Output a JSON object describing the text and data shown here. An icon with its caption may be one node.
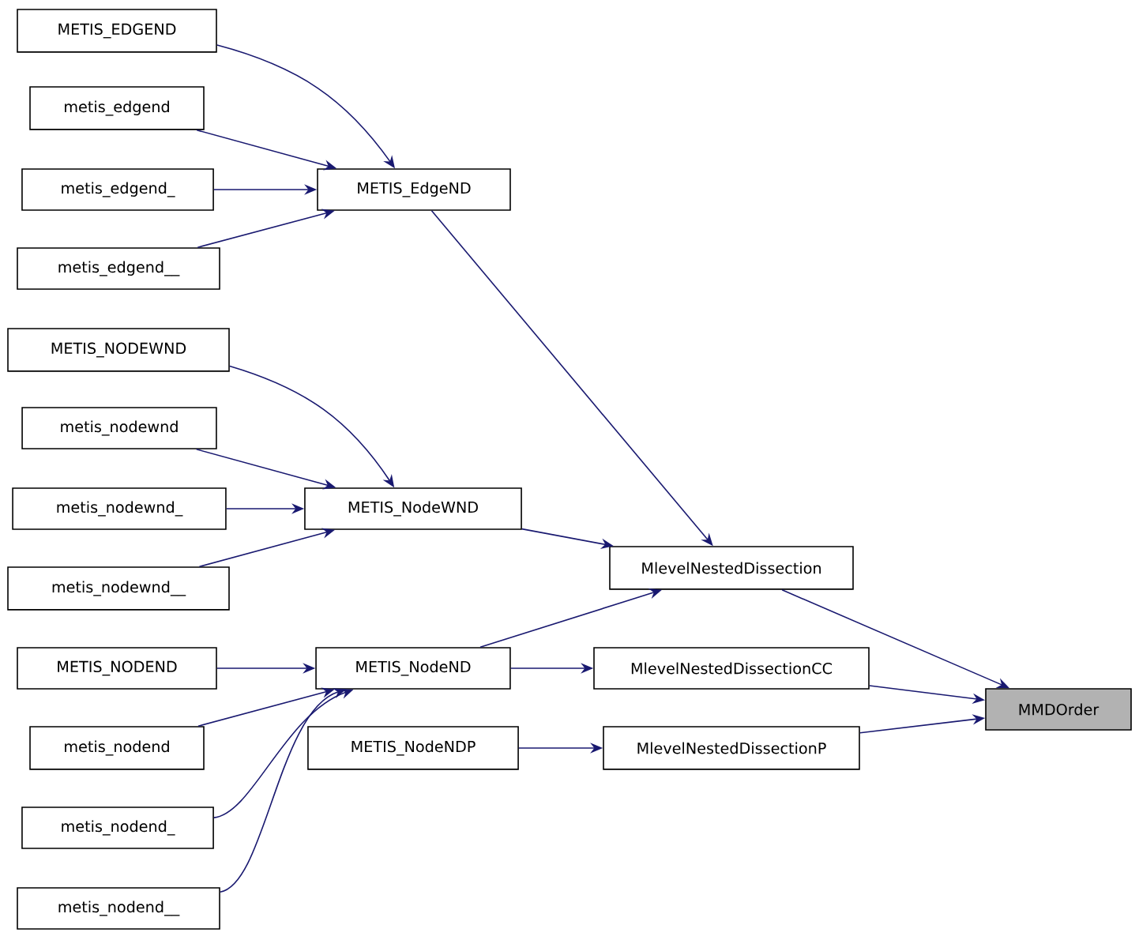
{
  "diagram": {
    "nodes": [
      {
        "text": [
          "METIS_EDGEND"
        ]
      },
      {
        "text": [
          "metis_edgend"
        ]
      },
      {
        "text": [
          "metis_edgend_"
        ]
      },
      {
        "text": [
          "metis_edgend__"
        ]
      },
      {
        "text": [
          "METIS_EdgeND"
        ]
      },
      {
        "text": [
          "METIS_NODEWND"
        ]
      },
      {
        "text": [
          "metis_nodewnd"
        ]
      },
      {
        "text": [
          "metis_nodewnd_"
        ]
      },
      {
        "text": [
          "metis_nodewnd__"
        ]
      },
      {
        "text": [
          "METIS_NodeWND"
        ]
      },
      {
        "text": [
          "MlevelNestedDissection"
        ]
      },
      {
        "text": [
          "METIS_NODEND"
        ]
      },
      {
        "text": [
          "metis_nodend"
        ]
      },
      {
        "text": [
          "metis_nodend_"
        ]
      },
      {
        "text": [
          "metis_nodend__"
        ]
      },
      {
        "text": [
          "METIS_NodeND"
        ]
      },
      {
        "text": [
          "MlevelNestedDissectionCC"
        ]
      },
      {
        "text": [
          "METIS_NodeNDP"
        ]
      },
      {
        "text": [
          "MlevelNestedDissectionP"
        ]
      },
      {
        "text": [
          "MMDOrder"
        ]
      }
    ],
    "edges": [
      {
        "from": 0,
        "to": 4,
        "arrow": "to"
      },
      {
        "from": 1,
        "to": 4,
        "arrow": "to"
      },
      {
        "from": 2,
        "to": 4,
        "arrow": "to"
      },
      {
        "from": 3,
        "to": 4,
        "arrow": "to"
      },
      {
        "from": 4,
        "to": 10,
        "arrow": "to"
      },
      {
        "from": 5,
        "to": 9,
        "arrow": "to"
      },
      {
        "from": 6,
        "to": 9,
        "arrow": "to"
      },
      {
        "from": 7,
        "to": 9,
        "arrow": "to"
      },
      {
        "from": 8,
        "to": 9,
        "arrow": "to"
      },
      {
        "from": 9,
        "to": 10,
        "arrow": "to"
      },
      {
        "from": 15,
        "to": 10,
        "arrow": "to"
      },
      {
        "from": 11,
        "to": 15,
        "arrow": "to"
      },
      {
        "from": 12,
        "to": 15,
        "arrow": "to"
      },
      {
        "from": 13,
        "to": 15,
        "arrow": "to"
      },
      {
        "from": 14,
        "to": 15,
        "arrow": "to"
      },
      {
        "from": 15,
        "to": 16,
        "arrow": "to"
      },
      {
        "from": 17,
        "to": 18,
        "arrow": "to"
      },
      {
        "from": 10,
        "to": 19,
        "arrow": "to"
      },
      {
        "from": 16,
        "to": 19,
        "arrow": "to"
      },
      {
        "from": 18,
        "to": 19,
        "arrow": "to"
      }
    ]
  }
}
